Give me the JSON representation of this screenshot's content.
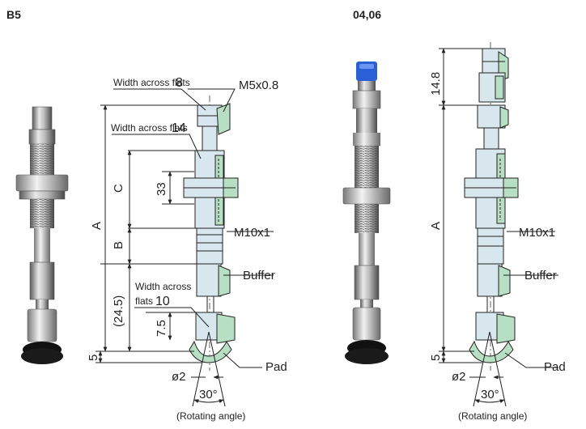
{
  "sections": [
    {
      "model": "B5"
    },
    {
      "model": "04,06"
    }
  ],
  "labels": {
    "width_across_flats": "Width across flats",
    "width_across": "Width across",
    "flats": "flats",
    "wf_8": "8",
    "wf_14": "14",
    "wf_10": "10",
    "thread_top": "M5x0.8",
    "thread_mid": "M10x1",
    "buffer": "Buffer",
    "pad": "Pad",
    "dim_A": "A",
    "dim_B": "B",
    "dim_C": "C",
    "dim_33": "33",
    "dim_24_5": "(24.5)",
    "dim_7_5": "7.5",
    "dim_5": "5",
    "dim_14_8": "14.8",
    "dia_2": "ø2",
    "angle_30": "30°",
    "rotating_angle": "(Rotating angle)"
  },
  "colors": {
    "line": "#222222",
    "body_fill": "#d8e6ee",
    "green_fill": "#b7dfc3",
    "metal_light": "#d6d6d6",
    "metal_dark": "#6a6a6a",
    "pad_black": "#1a1a1a",
    "fitting_blue": "#2a5fd8"
  }
}
